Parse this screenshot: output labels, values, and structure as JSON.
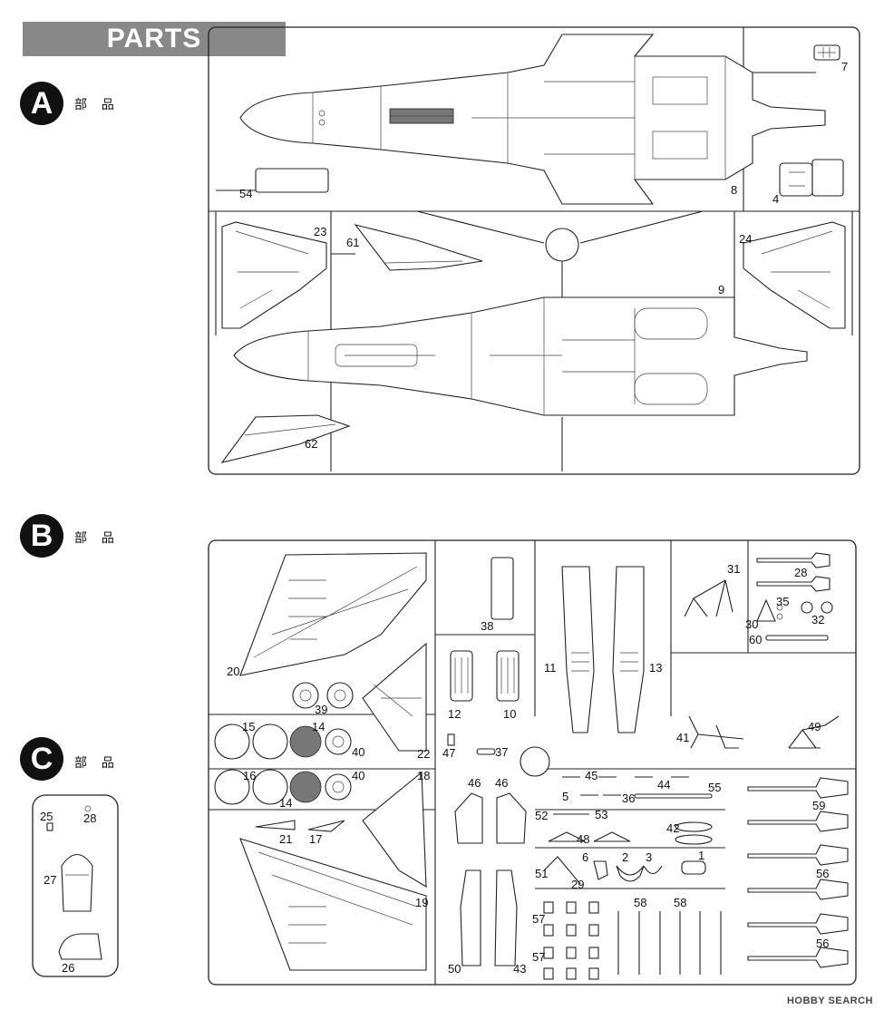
{
  "header": {
    "title": "PARTS"
  },
  "sections": [
    {
      "letter": "A",
      "label": "部 品"
    },
    {
      "letter": "B",
      "label": "部 品"
    },
    {
      "letter": "C",
      "label": "部 品"
    }
  ],
  "part_numbers": {
    "A": [
      "7",
      "8",
      "4",
      "54",
      "23",
      "61",
      "24",
      "9",
      "62"
    ],
    "B": [
      "38",
      "31",
      "28",
      "35",
      "30",
      "32",
      "60",
      "20",
      "11",
      "13",
      "12",
      "10",
      "39",
      "15",
      "14",
      "40",
      "47",
      "37",
      "22",
      "41",
      "49",
      "16",
      "14",
      "40",
      "18",
      "46",
      "46",
      "45",
      "44",
      "55",
      "5",
      "36",
      "59",
      "52",
      "53",
      "21",
      "17",
      "48",
      "42",
      "6",
      "2",
      "3",
      "1",
      "51",
      "29",
      "56",
      "19",
      "57",
      "58",
      "58",
      "57",
      "50",
      "43",
      "56"
    ],
    "C": [
      "25",
      "28",
      "27",
      "26"
    ]
  },
  "watermark": "HOBBY SEARCH"
}
